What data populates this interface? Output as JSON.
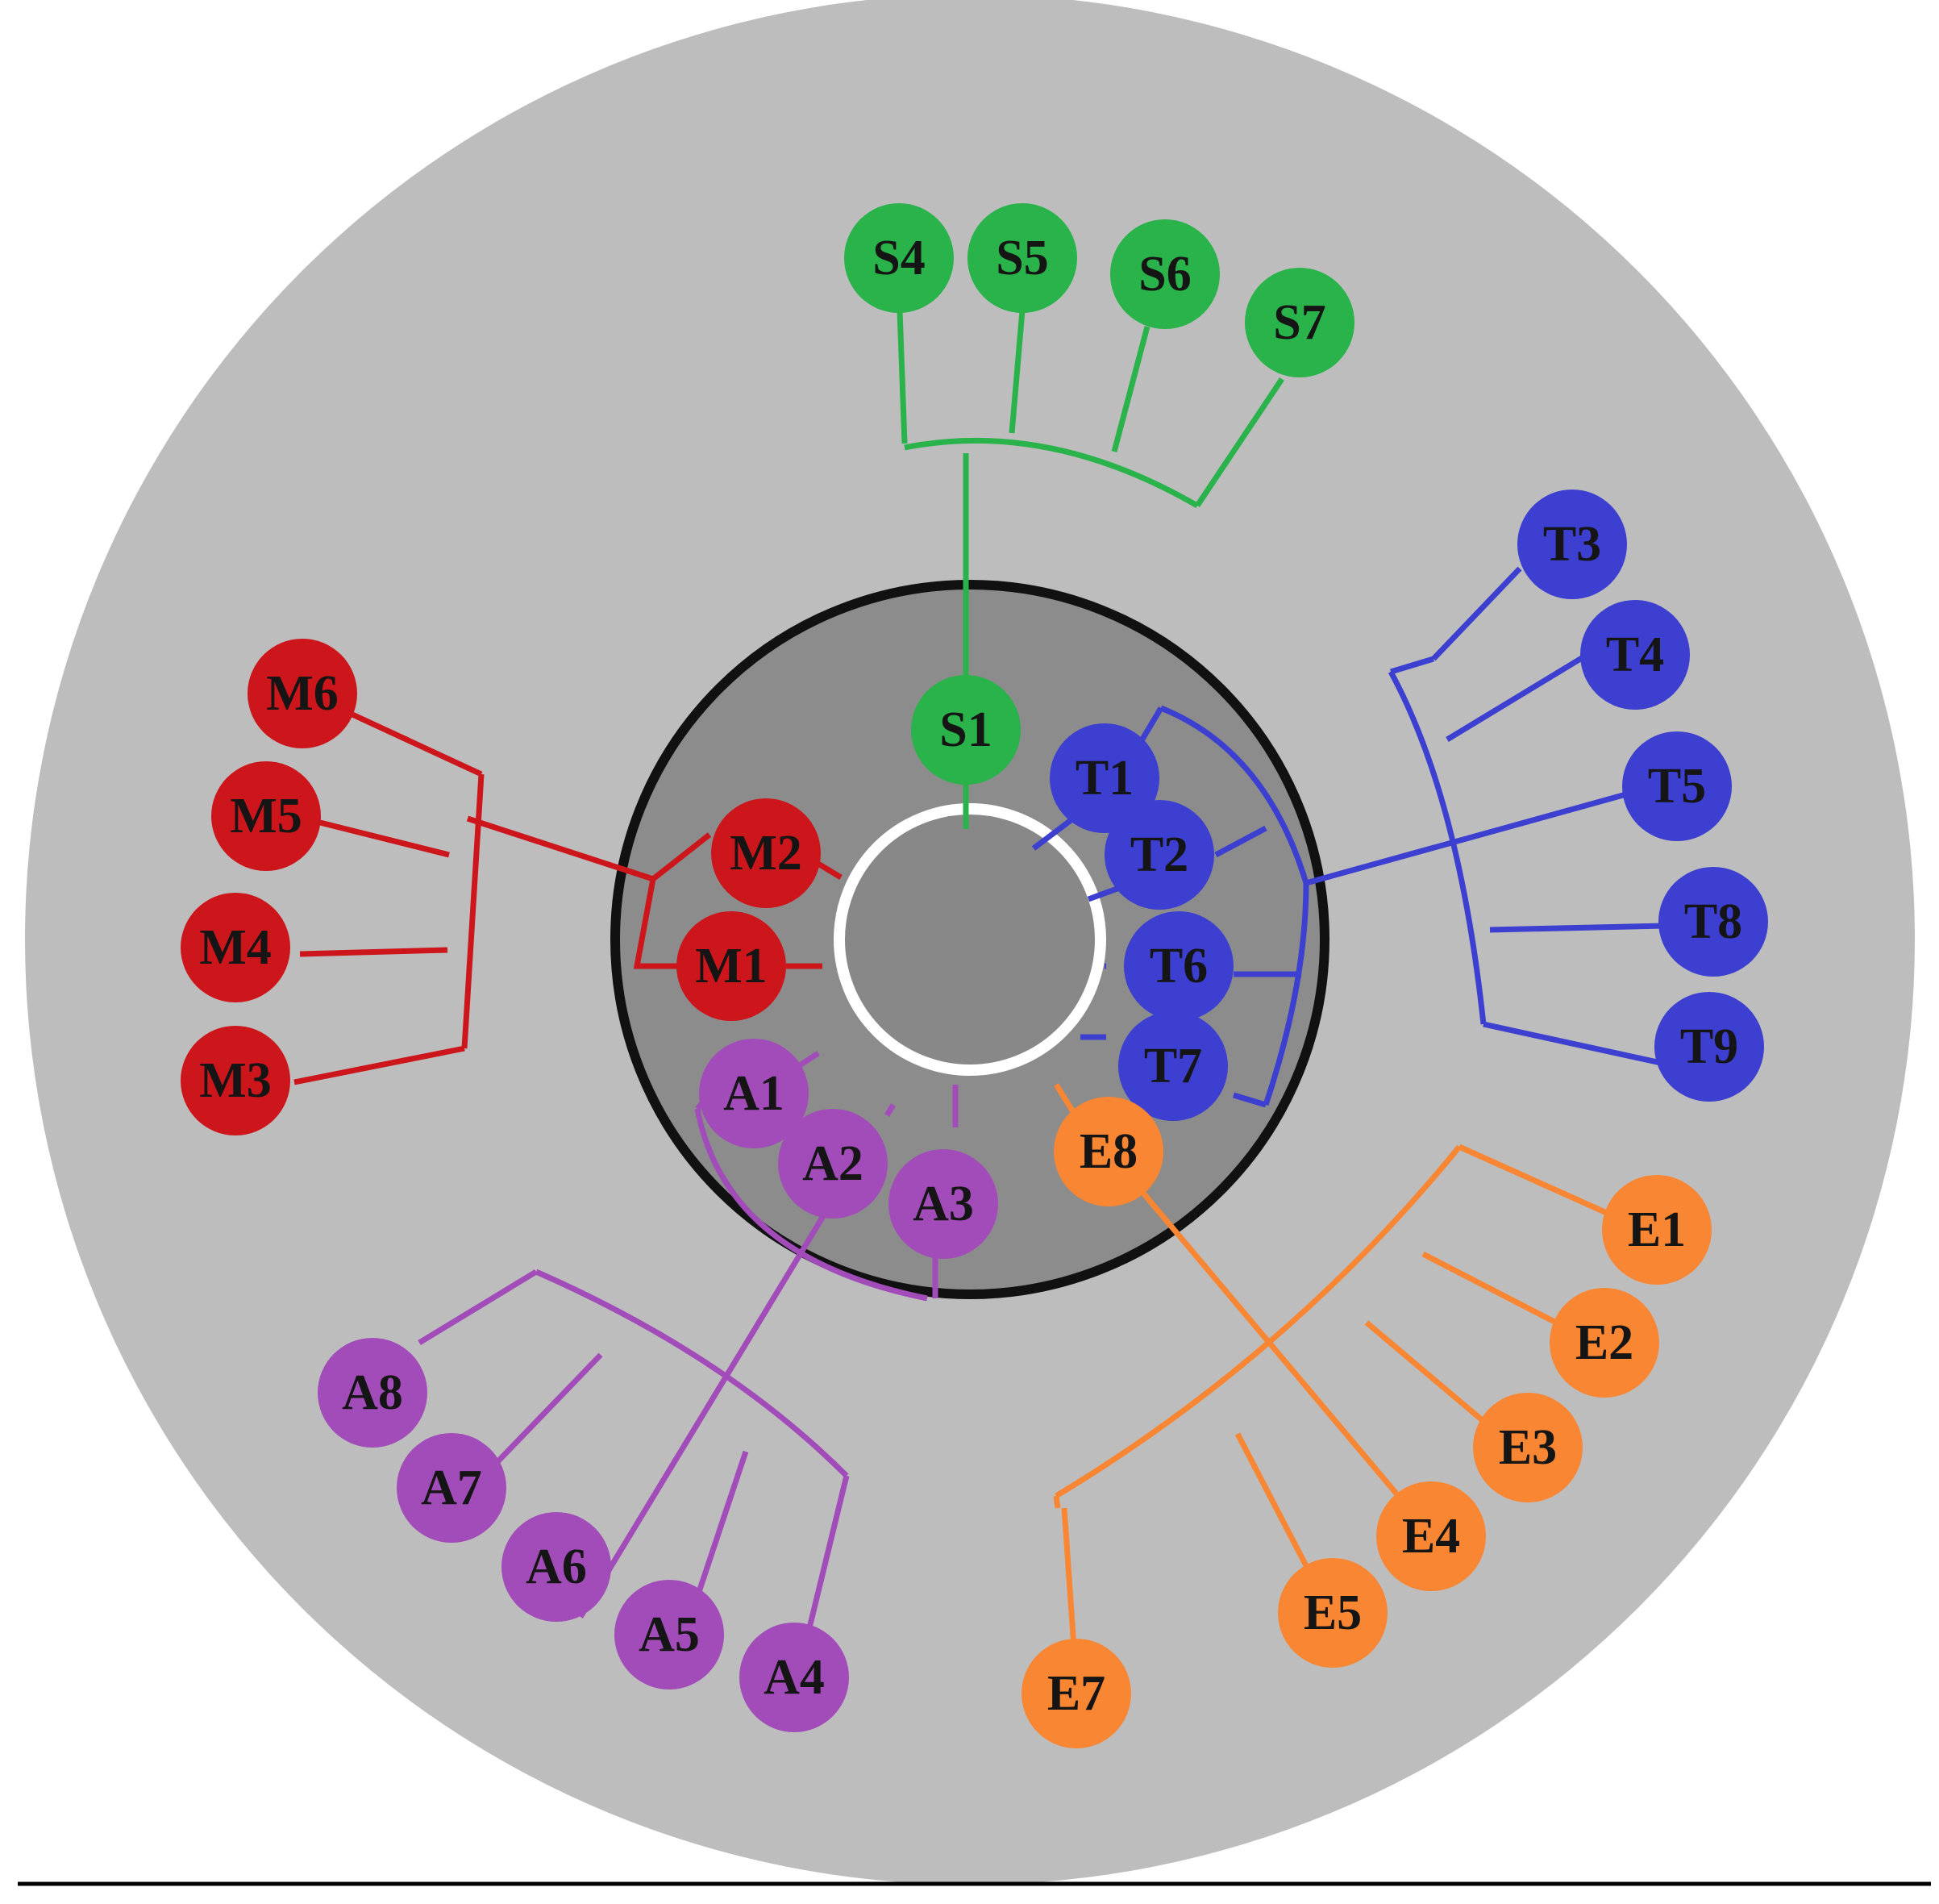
{
  "groups": [
    {
      "name": "S",
      "color": "#29b34a",
      "nodes": [
        "S1",
        "S4",
        "S5",
        "S6",
        "S7"
      ]
    },
    {
      "name": "T",
      "color": "#3c3fcf",
      "nodes": [
        "T1",
        "T2",
        "T6",
        "T7",
        "T3",
        "T4",
        "T5",
        "T8",
        "T9"
      ]
    },
    {
      "name": "M",
      "color": "#cc161b",
      "nodes": [
        "M2",
        "M1",
        "M6",
        "M5",
        "M4",
        "M3"
      ]
    },
    {
      "name": "A",
      "color": "#a24cb9",
      "nodes": [
        "A1",
        "A2",
        "A3",
        "A8",
        "A7",
        "A6",
        "A5",
        "A4"
      ]
    },
    {
      "name": "E",
      "color": "#f98633",
      "nodes": [
        "E8",
        "E1",
        "E2",
        "E3",
        "E4",
        "E5",
        "E7"
      ]
    }
  ],
  "colors": {
    "outer_disc": "#bdbdbd",
    "middle_ring": "#8c8c8c",
    "inner_disc": "#888888",
    "ring_border": "#111111",
    "white_ring": "#ffffff",
    "baseline": "#000000"
  }
}
